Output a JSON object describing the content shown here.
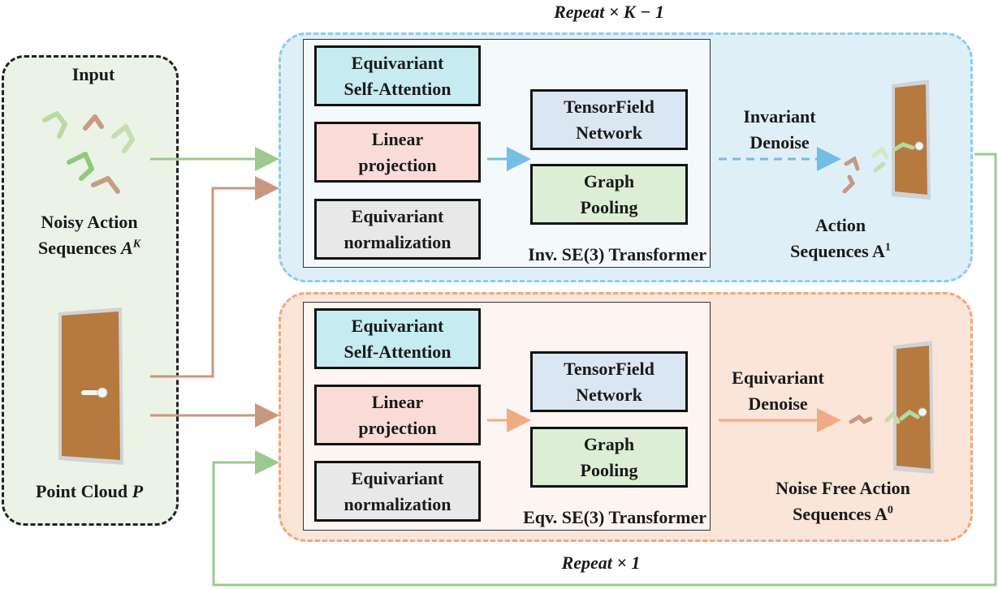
{
  "top_title": "Repeat × K − 1",
  "bottom_title": "Repeat × 1",
  "input": {
    "title": "Input",
    "noisy_line1": "Noisy Action",
    "noisy_line2": "Sequences",
    "noisy_symbol": "A",
    "noisy_sup": "K",
    "pc_label": "Point Cloud",
    "pc_symbol": "P"
  },
  "inv": {
    "transformer_label": "Inv. SE(3) Transformer",
    "attn_1": "Equivariant",
    "attn_2": "Self-Attention",
    "lin_1": "Linear",
    "lin_2": "projection",
    "norm_1": "Equivariant",
    "norm_2": "normalization",
    "tfn_1": "TensorField",
    "tfn_2": "Network",
    "gp_1": "Graph",
    "gp_2": "Pooling",
    "denoise_1": "Invariant",
    "denoise_2": "Denoise",
    "out_1": "Action",
    "out_2": "Sequences A",
    "out_sup": "1"
  },
  "eqv": {
    "transformer_label": "Eqv. SE(3) Transformer",
    "attn_1": "Equivariant",
    "attn_2": "Self-Attention",
    "lin_1": "Linear",
    "lin_2": "projection",
    "norm_1": "Equivariant",
    "norm_2": "normalization",
    "tfn_1": "TensorField",
    "tfn_2": "Network",
    "gp_1": "Graph",
    "gp_2": "Pooling",
    "denoise_1": "Equivariant",
    "denoise_2": "Denoise",
    "out_1": "Noise Free Action",
    "out_2": "Sequences A",
    "out_sup": "0"
  },
  "colors": {
    "inv_region": "#dfeff8",
    "inv_border": "#8fcbe8",
    "eqv_region": "#fbe4d8",
    "eqv_border": "#f0a77c",
    "input_bg": "#eaf3e6",
    "attn": "#c6ecf2",
    "linear": "#f9dcd7",
    "norm": "#e8e8e8",
    "tfn": "#dbe6f3",
    "pool": "#dcefd6",
    "green_line": "#9cc98d",
    "brown_line": "#c9977f",
    "blue_arrow": "#74bde3",
    "orange_arrow": "#efac84",
    "door": "#b67a3e"
  }
}
